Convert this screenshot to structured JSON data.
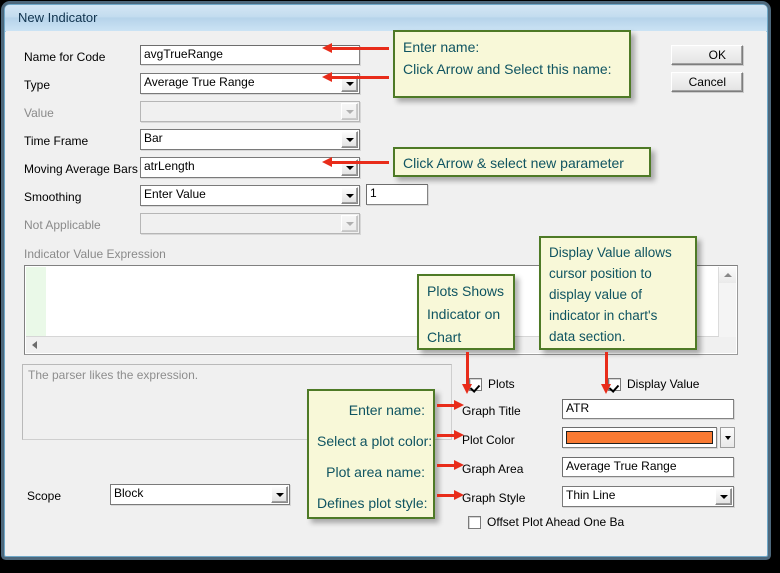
{
  "window": {
    "title": "New Indicator"
  },
  "buttons": {
    "ok": "OK",
    "cancel": "Cancel"
  },
  "form": {
    "name_for_code": {
      "label": "Name for Code",
      "value": "avgTrueRange"
    },
    "type": {
      "label": "Type",
      "value": "Average True Range"
    },
    "value": {
      "label": "Value",
      "value": ""
    },
    "time_frame": {
      "label": "Time Frame",
      "value": "Bar"
    },
    "moving_average_bars": {
      "label": "Moving Average Bars",
      "value": "atrLength"
    },
    "smoothing": {
      "label": "Smoothing",
      "value": "Enter Value",
      "amount": "1"
    },
    "not_applicable": {
      "label": "Not Applicable",
      "value": ""
    },
    "indicator_value_expression": {
      "label": "Indicator Value Expression",
      "value": ""
    },
    "parser_status": "The parser likes the expression.",
    "scope": {
      "label": "Scope",
      "value": "Block"
    }
  },
  "plot": {
    "plots_checkbox": {
      "label": "Plots",
      "checked": true
    },
    "display_value_checkbox": {
      "label": "Display Value",
      "checked": true
    },
    "graph_title": {
      "label": "Graph Title",
      "value": "ATR"
    },
    "plot_color": {
      "label": "Plot Color",
      "color": "#F97A33"
    },
    "graph_area": {
      "label": "Graph Area",
      "value": "Average True Range"
    },
    "graph_style": {
      "label": "Graph Style",
      "value": "Thin Line"
    },
    "offset_checkbox": {
      "label": "Offset Plot Ahead One Ba",
      "checked": false
    }
  },
  "annotations": {
    "name_type": {
      "line1": "Enter name:",
      "line2": "Click Arrow and Select this name:"
    },
    "parameter": {
      "line1": "Click Arrow & select new parameter"
    },
    "plots": {
      "line1": "Plots Shows",
      "line2": "Indicator on",
      "line3": "Chart"
    },
    "display_value": {
      "line1": "Display Value allows",
      "line2": "cursor position to",
      "line3": "display value of",
      "line4": "indicator in chart's",
      "line5": "data section."
    },
    "plot_fields": {
      "line1": "Enter name:",
      "line2": "Select a plot color:",
      "line3": "Plot area name:",
      "line4": "Defines plot style:"
    }
  },
  "colors": {
    "annotation_border": "#4E7A26",
    "annotation_bg": "#F8F8D8",
    "annotation_text": "#0F5461",
    "arrow": "#E82C1A",
    "titlebar": "#C3DCEF"
  }
}
